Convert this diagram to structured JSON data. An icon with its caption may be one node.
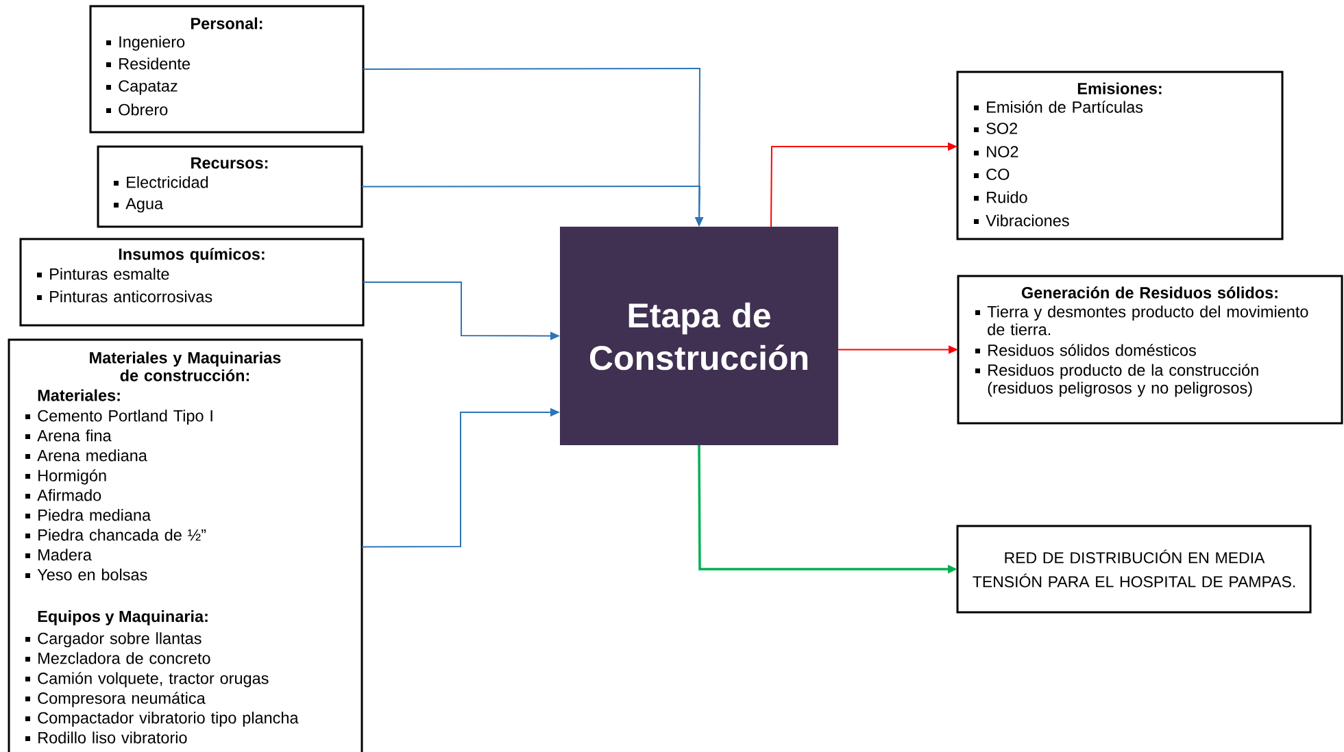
{
  "diagram": {
    "nodes": [
      {
        "text": [
          "Personal:",
          "Ingeniero",
          "Residente",
          "Capataz",
          "Obrero"
        ]
      },
      {
        "text": [
          "Recursos:",
          "Electricidad",
          "Agua"
        ]
      },
      {
        "text": [
          "Insumos químicos:",
          "Pinturas esmalte",
          "Pinturas anticorrosivas"
        ]
      },
      {
        "text": [
          "Materiales y Maquinarias de construcción:",
          "Materiales:",
          "Cemento Portland Tipo I",
          "Arena fina",
          "Arena mediana",
          "Hormigón",
          "Afirmado",
          "Piedra mediana",
          "Piedra chancada de ½”",
          "Madera",
          "Yeso en bolsas",
          "Equipos y Maquinaria:",
          "Cargador sobre llantas",
          "Mezcladora de concreto",
          "Camión volquete, tractor orugas",
          "Compresora neumática",
          "Compactador vibratorio tipo plancha",
          "Rodillo liso vibratorio"
        ]
      },
      {
        "text": [
          "Etapa de Construcción"
        ]
      },
      {
        "text": [
          "Emisiones:",
          "Emisión de Partículas",
          "SO2",
          "NO2",
          "CO",
          "Ruido",
          "Vibraciones"
        ]
      },
      {
        "text": [
          "Generación de Residuos sólidos:",
          "Tierra y desmontes producto del movimiento de tierra.",
          "Residuos sólidos domésticos",
          "Residuos producto de la construcción (residuos peligrosos y no peligrosos)"
        ]
      },
      {
        "text": [
          "RED DE DISTRIBUCIÓN EN MEDIA TENSIÓN PARA EL HOSPITAL DE PAMPAS."
        ]
      }
    ],
    "edges": [
      {
        "from": 0,
        "to": 4,
        "arrow": "to"
      },
      {
        "from": 1,
        "to": 4,
        "arrow": "to"
      },
      {
        "from": 2,
        "to": 4,
        "arrow": "to"
      },
      {
        "from": 3,
        "to": 4,
        "arrow": "to"
      },
      {
        "from": 4,
        "to": 5,
        "arrow": "to",
        "color": "#ff0000"
      },
      {
        "from": 4,
        "to": 6,
        "arrow": "to",
        "color": "#ff0000"
      },
      {
        "from": 4,
        "to": 7,
        "arrow": "to",
        "color": "#00b050"
      }
    ]
  }
}
